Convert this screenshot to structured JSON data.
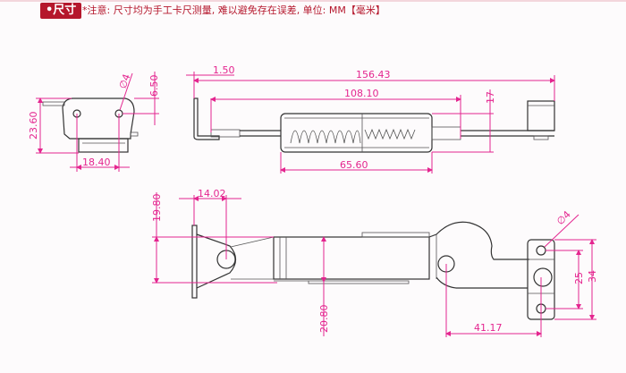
{
  "header": {
    "badge": "•尺寸",
    "note": "*注意: 尺寸均为手工卡尺测量, 难以避免存在误差, 单位: MM【毫米】"
  },
  "side_view": {
    "height": "23.60",
    "hole_spacing": "18.40",
    "hole_offset": "6.50",
    "hole_diameter": "∅4"
  },
  "top_view": {
    "thickness": "1.50",
    "overall_length": "156.43",
    "hole_center_length": "108.10",
    "height": "17",
    "housing_length": "65.60"
  },
  "front_view": {
    "plate_offset": "19.80",
    "hole_distance": "14.02",
    "body_height": "20.80",
    "pivot_distance": "41.17",
    "hole_diameter": "∅4",
    "inner_hole_spacing": "25",
    "bracket_height": "34"
  },
  "colors": {
    "dimension": "#e4258f",
    "badge": "#b5172c"
  }
}
